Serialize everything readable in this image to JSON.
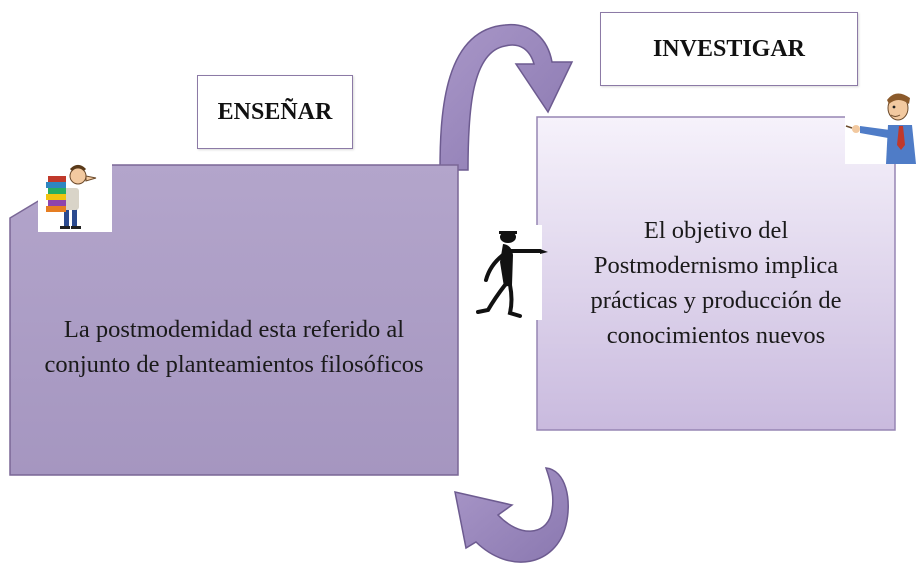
{
  "diagram": {
    "left": {
      "label": "ENSEÑAR",
      "lines": [
        "La postmodemidad esta referido al",
        "conjunto de planteamientos filosóficos"
      ]
    },
    "right": {
      "label": "INVESTIGAR",
      "lines": [
        "El objetivo del",
        "Postmodernismo implica",
        "prácticas y producción de",
        "conocimientos nuevos"
      ]
    }
  },
  "colors": {
    "left_box": "#ac9dc6",
    "right_box_light": "#f3eefa",
    "right_box_dark": "#cdbfe0",
    "arrow": "#9a87bf",
    "border": "#7a6796"
  },
  "icons": [
    "teacher-carrying-books-icon",
    "stick-figure-pointing-icon",
    "presenter-pointing-icon"
  ]
}
